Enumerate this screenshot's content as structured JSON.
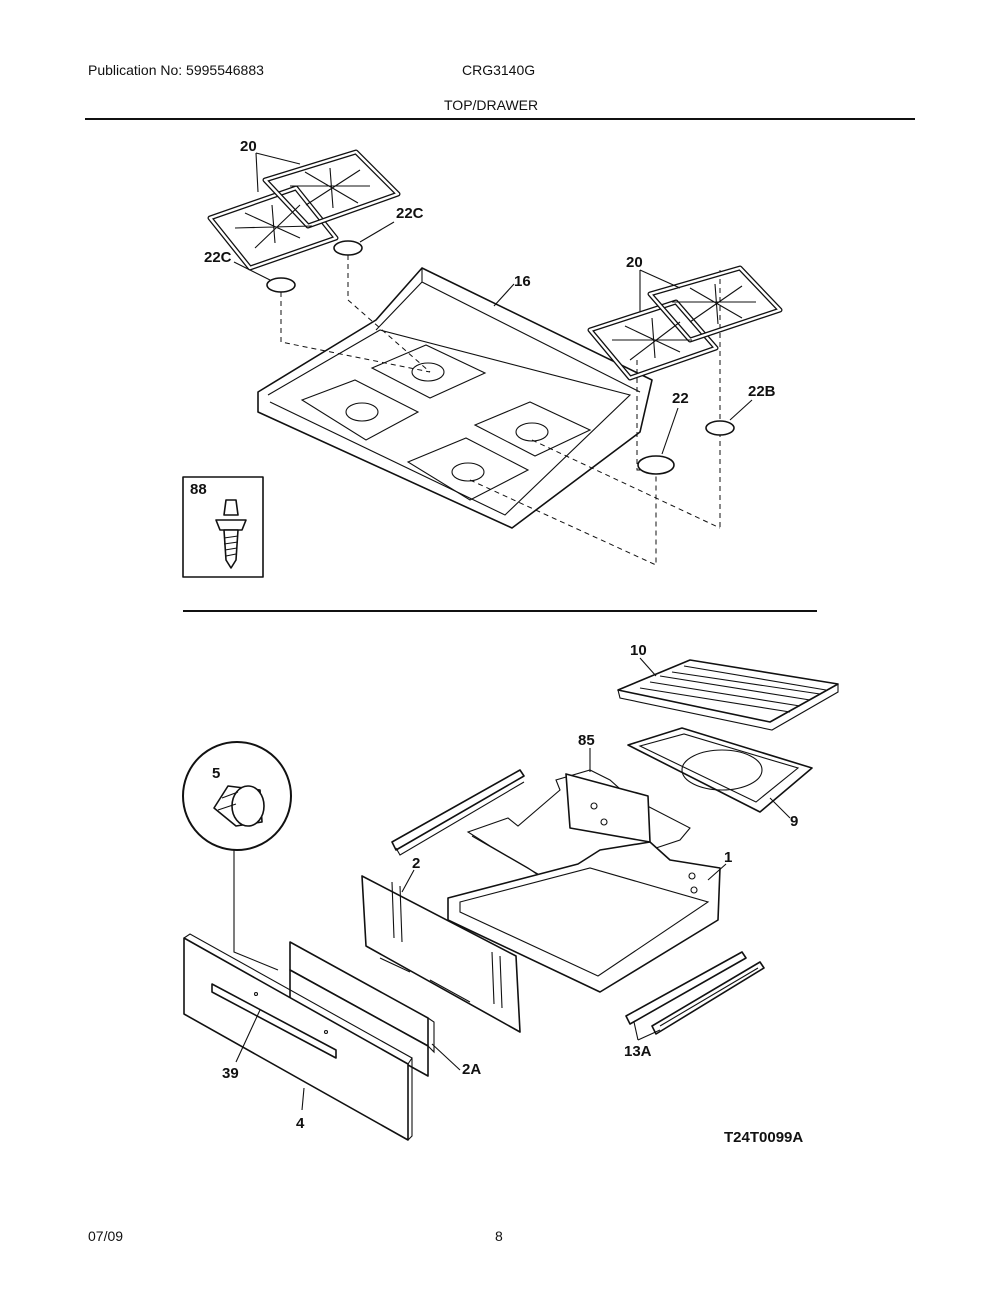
{
  "header": {
    "publication": "Publication No: 5995546883",
    "model": "CRG3140G",
    "section_title": "TOP/DRAWER"
  },
  "footer": {
    "date": "07/09",
    "page_number": "8"
  },
  "diagram": {
    "figure_id": "T24T0099A",
    "callouts": {
      "grates_left": "20",
      "grates_right": "20",
      "cap_22c_upper": "22C",
      "cap_22c_left": "22C",
      "cooktop": "16",
      "cap_22": "22",
      "cap_22b": "22B",
      "screw_box": "88",
      "broiler_grid": "10",
      "broiler_pan": "9",
      "rack": "85",
      "knob": "5",
      "drawer_body": "1",
      "drawer_back": "2",
      "drawer_panel": "2A",
      "drawer_front": "4",
      "handle": "39",
      "slide": "13A"
    }
  }
}
